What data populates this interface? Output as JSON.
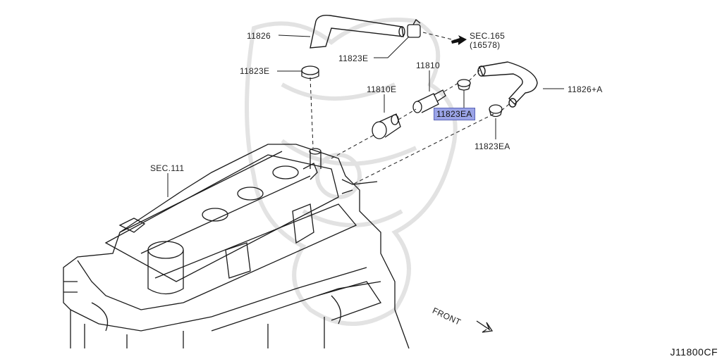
{
  "labels": {
    "hose_upper": "11826",
    "clamp_upper_right": "11823E",
    "sec165": "SEC.165",
    "sec165_sub": "(16578)",
    "clamp_left": "11823E",
    "pcv_valve": "11810",
    "grommet": "11810E",
    "hose_right": "11826+A",
    "clamp_highlighted": "11823EA",
    "clamp_lower": "11823EA",
    "sec111": "SEC.111",
    "front": "FRONT"
  },
  "diagram_code": "J11800CF",
  "colors": {
    "highlight": "#9aa3e6",
    "line": "#1a1a1a",
    "watermark": "#d8d8d8"
  }
}
